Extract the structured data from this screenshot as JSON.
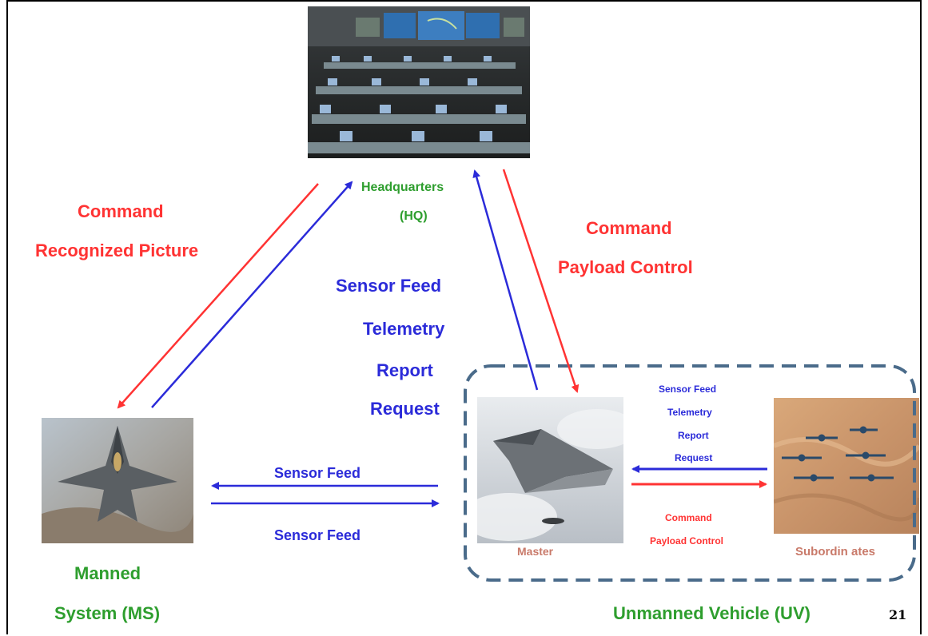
{
  "colors": {
    "red": "#ff3333",
    "blue": "#2b2bd9",
    "green": "#2e9e2e",
    "muted_red": "#c97a6a",
    "dashed_border": "#4a6b8a"
  },
  "headquarters": {
    "line1": "Headquarters",
    "line2": "(HQ)",
    "image_icon": "control-room-photo"
  },
  "left_link": {
    "line1": "Command",
    "line2": "Recognized Picture"
  },
  "right_link": {
    "line1": "Command",
    "line2": "Payload Control"
  },
  "uplink_labels": [
    "Sensor Feed",
    "Telemetry",
    "Report",
    "Request"
  ],
  "manned_system": {
    "line1": "Manned",
    "line2": "System (MS)",
    "image_icon": "fighter-jet-photo"
  },
  "ms_uv_link": {
    "top_label": "Sensor Feed",
    "bottom_label": "Sensor Feed"
  },
  "master": {
    "label": "Master",
    "image_icon": "uav-master-photo"
  },
  "subordinates": {
    "label": "Subordin ates",
    "image_icon": "uav-swarm-photo"
  },
  "master_sub_uplink": [
    "Sensor Feed",
    "Telemetry",
    "Report",
    "Request"
  ],
  "master_sub_command": [
    "Command",
    "Payload Control"
  ],
  "unmanned_vehicle": {
    "label": "Unmanned Vehicle (UV)"
  },
  "page_number": "21"
}
